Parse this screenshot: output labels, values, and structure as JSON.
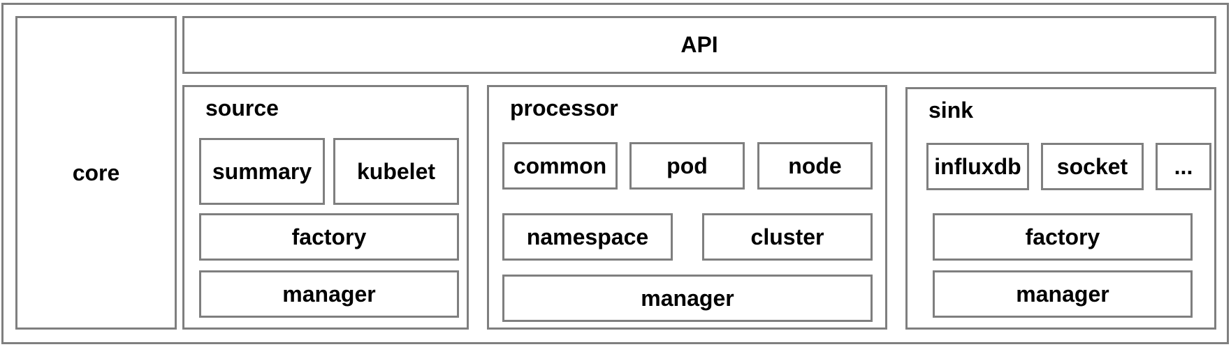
{
  "diagram": {
    "core": "core",
    "api": "API",
    "source": {
      "label": "source",
      "summary": "summary",
      "kubelet": "kubelet",
      "factory": "factory",
      "manager": "manager"
    },
    "processor": {
      "label": "processor",
      "common": "common",
      "pod": "pod",
      "node": "node",
      "namespace": "namespace",
      "cluster": "cluster",
      "manager": "manager"
    },
    "sink": {
      "label": "sink",
      "influxdb": "influxdb",
      "socket": "socket",
      "more": "...",
      "factory": "factory",
      "manager": "manager"
    },
    "colors": {
      "border": "#7f7f7f",
      "text": "#000000",
      "background": "#ffffff"
    }
  }
}
